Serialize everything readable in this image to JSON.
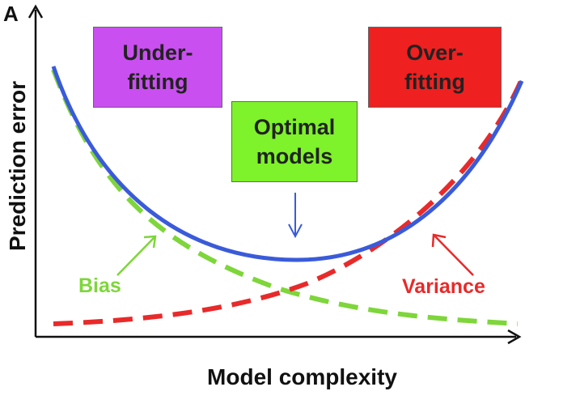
{
  "panel_letter": "A",
  "axes": {
    "x_title": "Model complexity",
    "y_title": "Prediction error"
  },
  "boxes": {
    "underfitting": {
      "text": "Under-\nfitting",
      "color": "#c94ff0"
    },
    "overfitting": {
      "text": "Over-\nfitting",
      "color": "#ee2020"
    },
    "optimal": {
      "text": "Optimal\nmodels",
      "color": "#7ef22a"
    }
  },
  "curves": {
    "total_error": {
      "color": "#3a5bd9",
      "style": "solid"
    },
    "bias": {
      "label": "Bias",
      "color": "#7ed63a",
      "style": "dashed"
    },
    "variance": {
      "label": "Variance",
      "color": "#e82a2a",
      "style": "dashed"
    }
  },
  "arrow_colors": {
    "optimal": "#3a5bd9",
    "bias": "#7ed63a",
    "variance": "#e82a2a"
  }
}
